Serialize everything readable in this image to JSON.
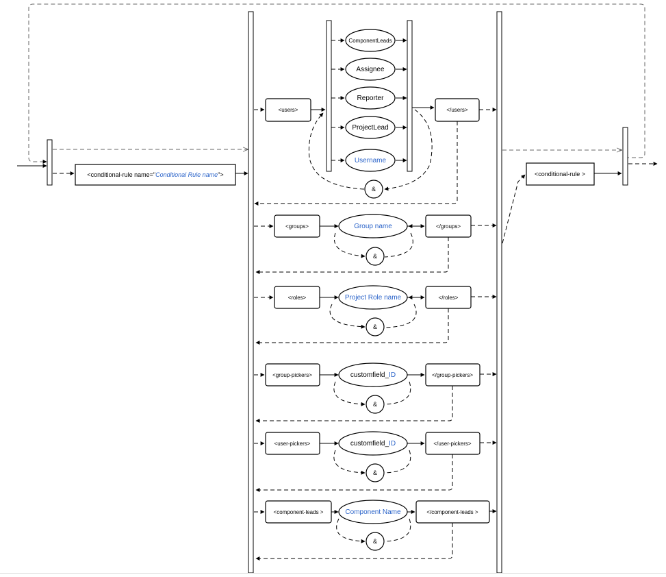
{
  "rule_open": {
    "prefix": "<conditional-rule name=\"",
    "placeholder": "Conditional Rule name",
    "suffix": "\">"
  },
  "rule_close": "<conditional-rule >",
  "users": {
    "open": "<users>",
    "close": "</users>",
    "options": [
      "ComponentLeads",
      "Assignee",
      "Reporter",
      "ProjectLead",
      "Username"
    ],
    "amp": "&"
  },
  "groups": {
    "open": "<groups>",
    "value": "Group name",
    "close": "</groups>",
    "amp": "&"
  },
  "roles": {
    "open": "<roles>",
    "value": "Project Role name",
    "close": "</roles>",
    "amp": "&"
  },
  "group_pickers": {
    "open": "<group-pickers>",
    "value_prefix": "customfield_",
    "value_id": "ID",
    "close": "</group-pickers>",
    "amp": "&"
  },
  "user_pickers": {
    "open": "<user-pickers>",
    "value_prefix": "customfield_",
    "value_id": "ID",
    "close": "</user-pickers>",
    "amp": "&"
  },
  "component_leads": {
    "open": "<component-leads >",
    "value": "Component Name",
    "close": "</component-leads >",
    "amp": "&"
  },
  "colors": {
    "placeholder_text": "#2a63c9",
    "line": "#000000",
    "background": "#ffffff"
  }
}
